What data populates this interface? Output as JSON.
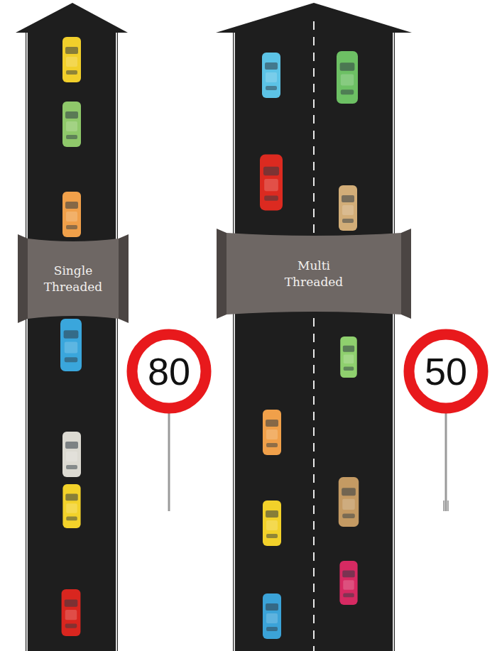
{
  "diagram": {
    "nodes": [
      {
        "text": [
          "Single Threaded"
        ]
      },
      {
        "text": [
          "Multi Threaded"
        ]
      },
      {
        "text": [
          "80"
        ]
      },
      {
        "text": [
          "50"
        ]
      }
    ]
  }
}
